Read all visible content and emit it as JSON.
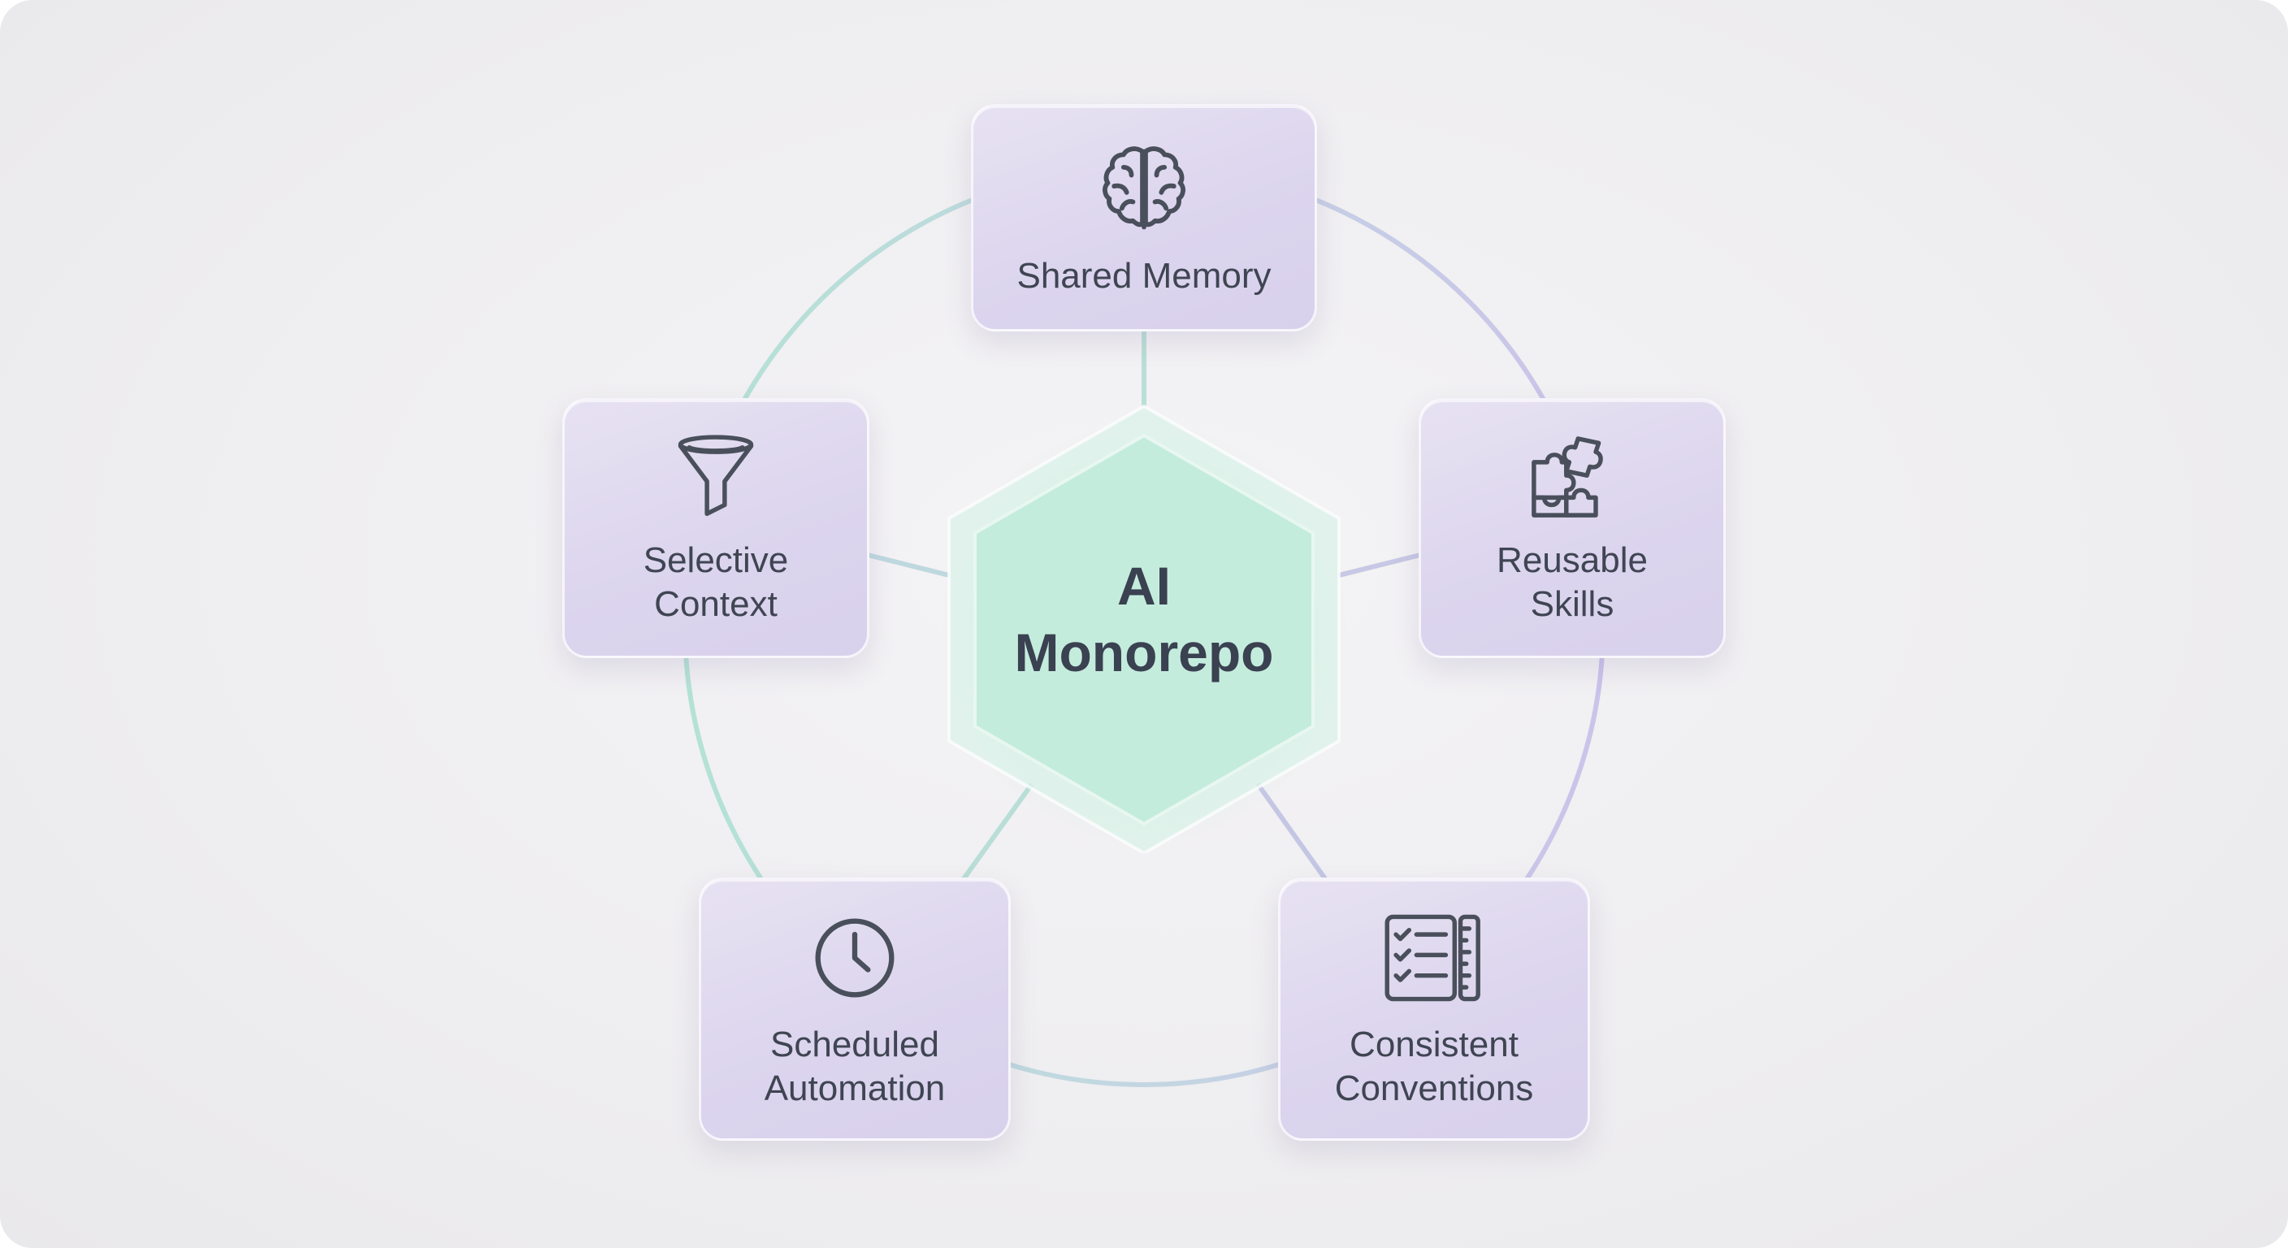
{
  "center": {
    "line1": "AI",
    "line2": "Monorepo"
  },
  "nodes": {
    "memory": {
      "label": "Shared Memory",
      "icon": "brain-icon"
    },
    "skills": {
      "line1": "Reusable",
      "line2": "Skills",
      "icon": "puzzle-icon"
    },
    "context": {
      "line1": "Selective",
      "line2": "Context",
      "icon": "funnel-icon"
    },
    "automation": {
      "line1": "Scheduled",
      "line2": "Automation",
      "icon": "clock-icon"
    },
    "conventions": {
      "line1": "Consistent",
      "line2": "Conventions",
      "icon": "checklist-icon"
    }
  },
  "colors": {
    "background": "#efeef0",
    "node_fill": "#dcd5ee",
    "hex_fill": "#bfe9db",
    "ring_teal": "#b6e3d6",
    "ring_lavender": "#cdc4ea",
    "text": "#3f4552",
    "icon_stroke": "#4a4f5c"
  }
}
